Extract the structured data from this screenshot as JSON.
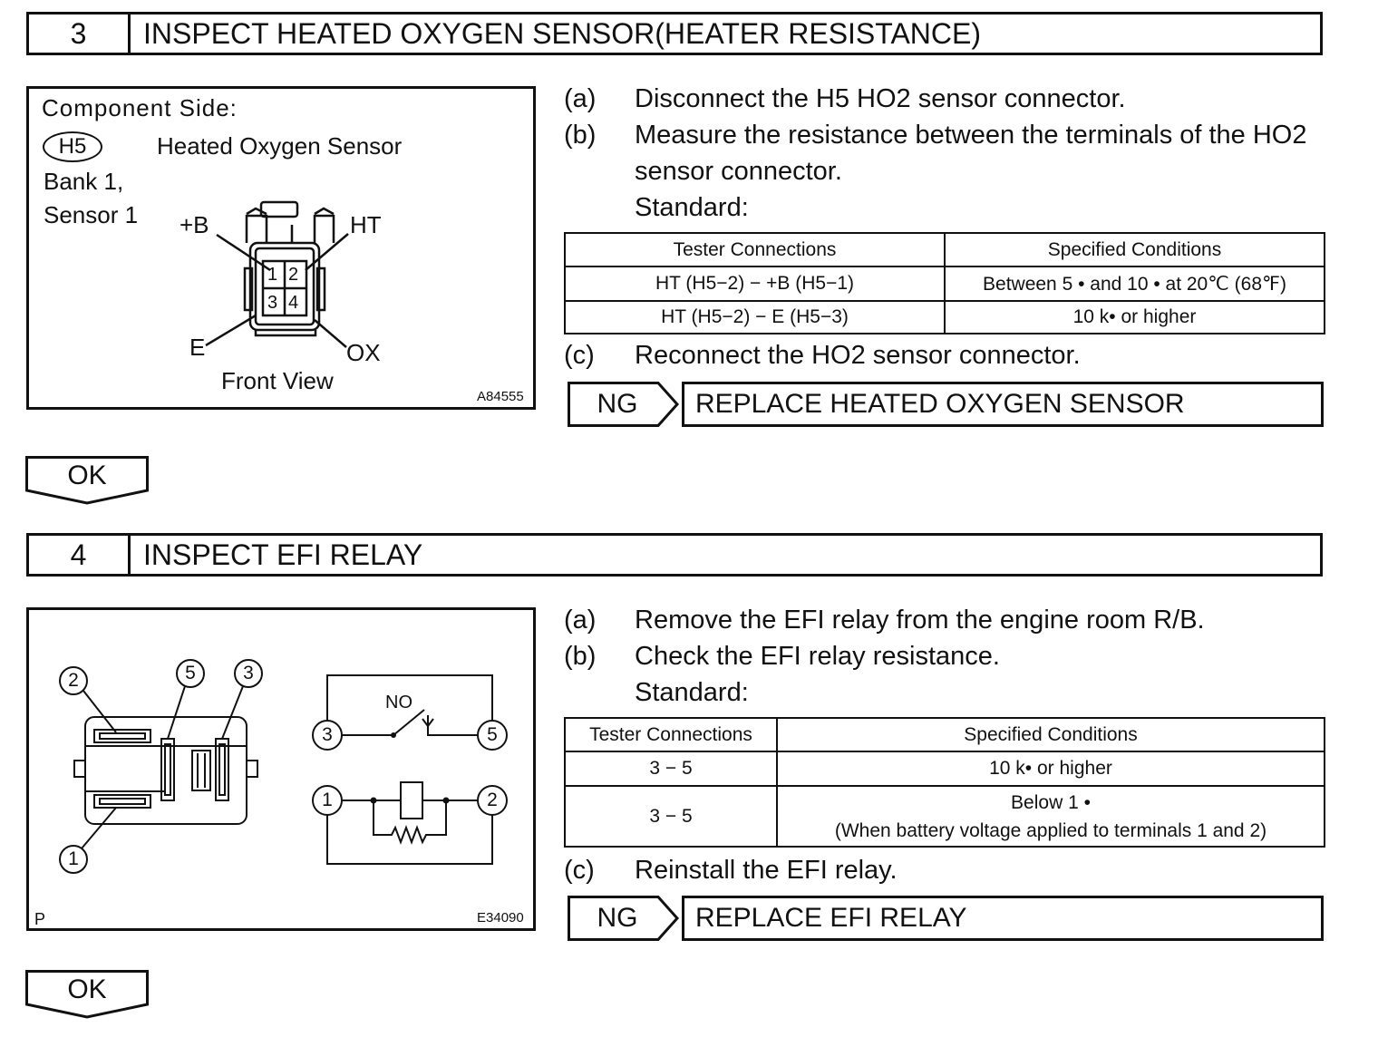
{
  "step3": {
    "number": "3",
    "title": "INSPECT HEATED OXYGEN SENSOR(HEATER RESISTANCE)",
    "figure": {
      "component_side": "Component Side:",
      "connector_code": "H5",
      "connector_name": "Heated Oxygen Sensor",
      "bank": "Bank 1,",
      "sensor": "Sensor 1",
      "label_plus_b": "+B",
      "label_ht": "HT",
      "label_e": "E",
      "label_ox": "OX",
      "pin1": "1",
      "pin2": "2",
      "pin3": "3",
      "pin4": "4",
      "view": "Front View",
      "figure_code": "A84555"
    },
    "steps": [
      {
        "label": "(a)",
        "text": "Disconnect the H5 HO2 sensor connector."
      },
      {
        "label": "(b)",
        "text": "Measure the resistance between the terminals of the HO2"
      },
      {
        "label": "",
        "text": "sensor connector."
      },
      {
        "label": "",
        "text": "Standard:"
      }
    ],
    "table": {
      "headers": [
        "Tester Connections",
        "Specified Conditions"
      ],
      "rows": [
        [
          "HT (H5−2) − +B (H5−1)",
          "Between 5 •  and 10 •  at 20℃ (68℉)"
        ],
        [
          "HT (H5−2) − E (H5−3)",
          "10 k•  or higher"
        ]
      ]
    },
    "step_c": {
      "label": "(c)",
      "text": "Reconnect the HO2 sensor connector."
    },
    "ng_label": "NG",
    "ng_result": "REPLACE HEATED OXYGEN SENSOR",
    "ok_label": "OK"
  },
  "step4": {
    "number": "4",
    "title": "INSPECT EFI RELAY",
    "figure": {
      "pin2": "2",
      "pin5": "5",
      "pin3": "3",
      "pin1": "1",
      "sch_no": "NO",
      "sch_3": "3",
      "sch_5": "5",
      "sch_1": "1",
      "sch_2": "2",
      "corner": "P",
      "figure_code": "E34090"
    },
    "steps": [
      {
        "label": "(a)",
        "text": "Remove the EFI relay from the engine room R/B."
      },
      {
        "label": "(b)",
        "text": "Check the EFI relay resistance."
      },
      {
        "label": "",
        "text": "Standard:"
      }
    ],
    "table": {
      "headers": [
        "Tester Connections",
        "Specified Conditions"
      ],
      "rows": [
        [
          "3 − 5",
          "10 k•  or higher"
        ],
        [
          "3 − 5",
          "Below 1 •",
          "(When battery voltage applied to terminals 1 and 2)"
        ]
      ]
    },
    "step_c": {
      "label": "(c)",
      "text": "Reinstall the EFI relay."
    },
    "ng_label": "NG",
    "ng_result": "REPLACE EFI RELAY",
    "ok_label": "OK"
  }
}
